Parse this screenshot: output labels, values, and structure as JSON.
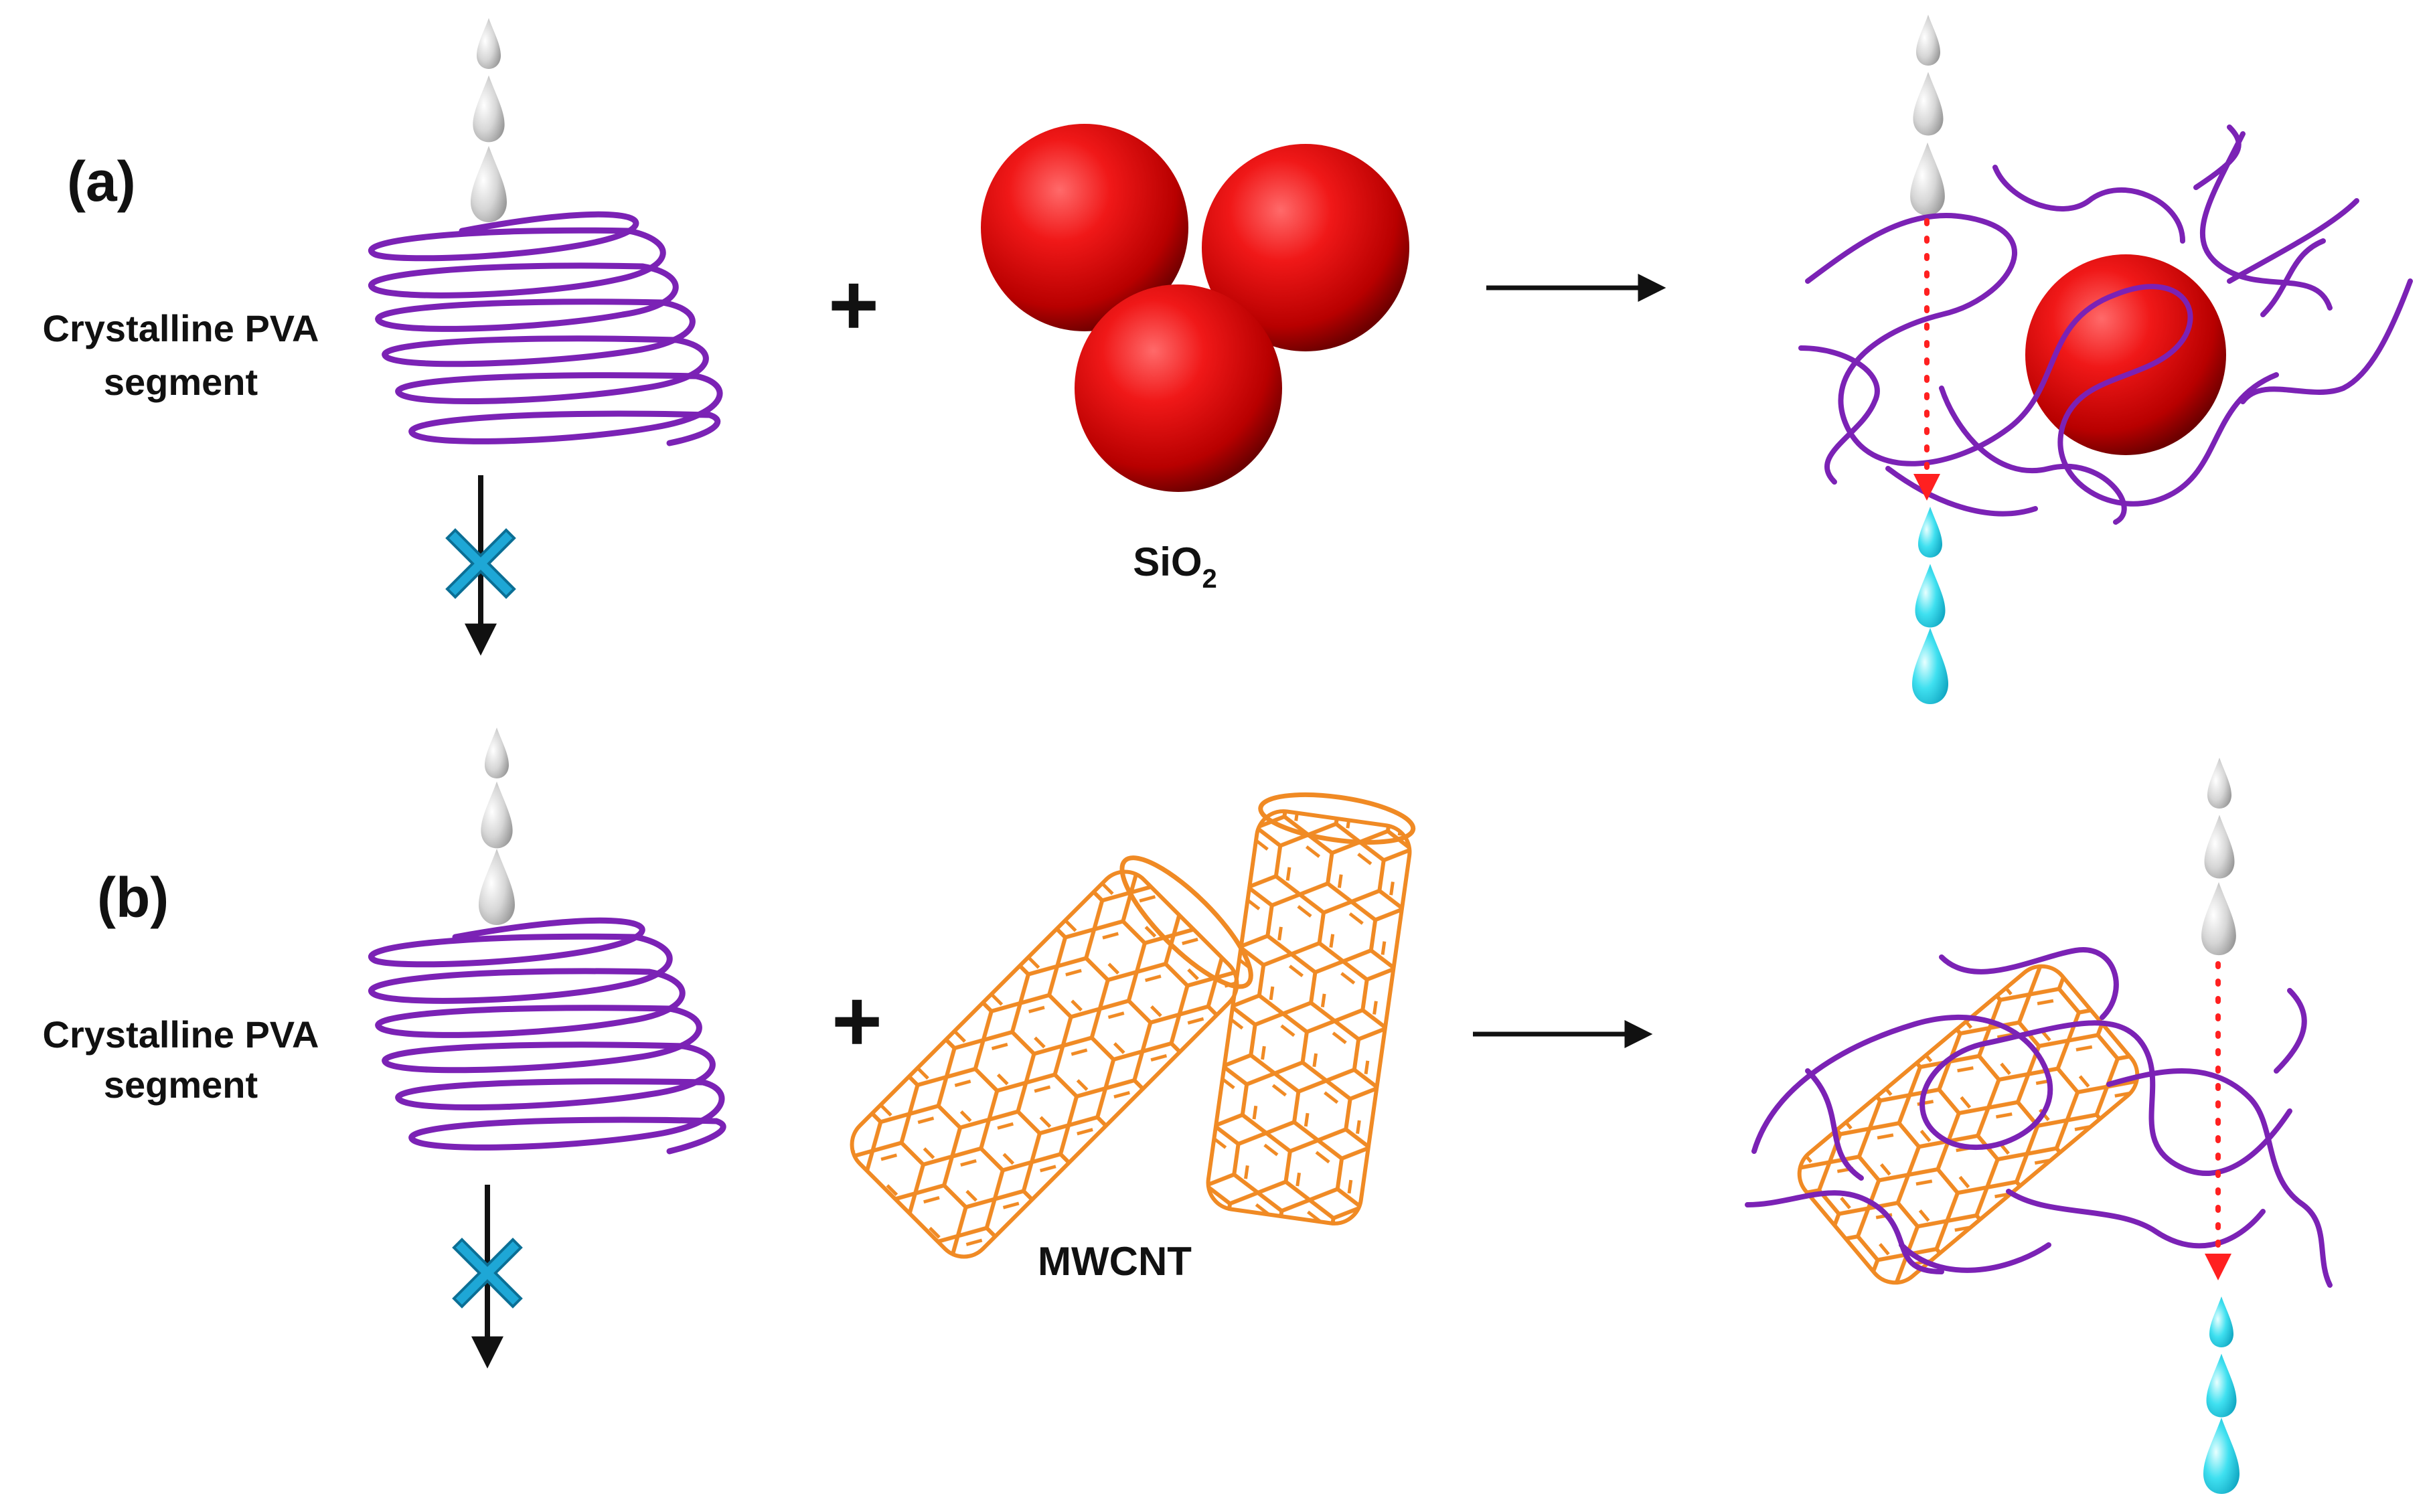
{
  "panels": [
    {
      "tag": "(a)",
      "polymer_label_line1": "Crystalline PVA",
      "polymer_label_line2": "segment",
      "filler_label": "SiO",
      "filler_subscript": "2",
      "plus": "+"
    },
    {
      "tag": "(b)",
      "polymer_label_line1": "Crystalline PVA",
      "polymer_label_line2": "segment",
      "filler_label": "MWCNT",
      "plus": "+"
    }
  ],
  "colors": {
    "polymer": "#7B22B5",
    "silica": "#E01010",
    "nanotube": "#F08A24",
    "water_blocked": "#C8C8C8",
    "water_passed": "#22D3EE",
    "blocked_mark": "#1EA7D6",
    "permeation_path": "#FF2020",
    "arrow": "#111111"
  },
  "icons": {
    "drop": "water-drop-icon",
    "blocked": "x-mark-icon"
  }
}
